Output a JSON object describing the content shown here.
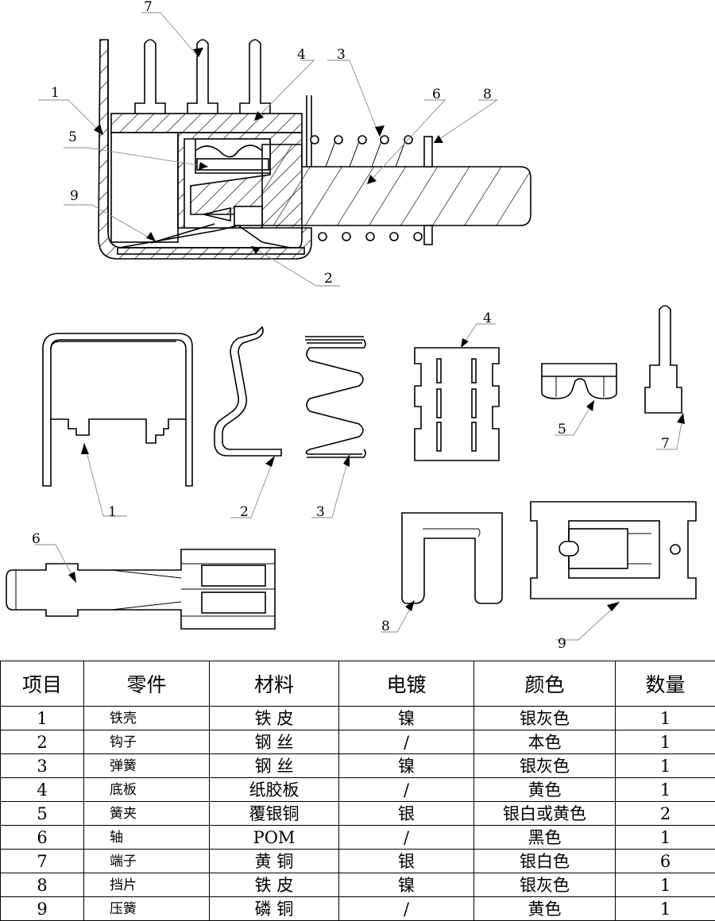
{
  "callouts": {
    "assembly": [
      "1",
      "2",
      "3",
      "4",
      "5",
      "6",
      "7",
      "8",
      "9"
    ],
    "parts": [
      "1",
      "2",
      "3",
      "4",
      "5",
      "6",
      "7",
      "8",
      "9"
    ]
  },
  "bom": {
    "headers": [
      "项目",
      "零件",
      "材料",
      "电镀",
      "颜色",
      "数量"
    ],
    "rows": [
      [
        "1",
        "铁壳",
        "铁 皮",
        "镍",
        "银灰色",
        "1"
      ],
      [
        "2",
        "钩子",
        "钢 丝",
        "/",
        "本色",
        "1"
      ],
      [
        "3",
        "弹簧",
        "钢 丝",
        "镍",
        "银灰色",
        "1"
      ],
      [
        "4",
        "底板",
        "纸胶板",
        "/",
        "黄色",
        "1"
      ],
      [
        "5",
        "簧夹",
        "覆银铜",
        "银",
        "银白或黄色",
        "2"
      ],
      [
        "6",
        "轴",
        "POM",
        "/",
        "黑色",
        "1"
      ],
      [
        "7",
        "端子",
        "黄 铜",
        "银",
        "银白色",
        "6"
      ],
      [
        "8",
        "挡片",
        "铁 皮",
        "镍",
        "银灰色",
        "1"
      ],
      [
        "9",
        "压簧",
        "磷 铜",
        "/",
        "黄色",
        "1"
      ]
    ]
  }
}
